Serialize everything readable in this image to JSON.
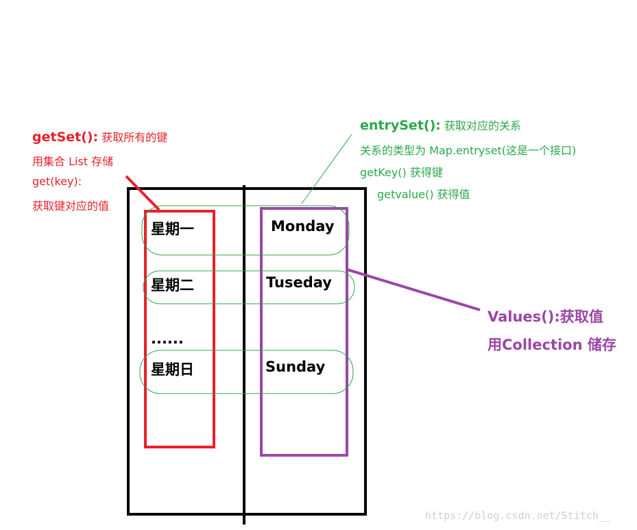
{
  "getset": {
    "title": "getSet():",
    "title_desc": " 获取所有的键",
    "line2": "用集合 List 存储",
    "line3": "get(key):",
    "line4": "获取键对应的值"
  },
  "entryset": {
    "title": "entrySet():",
    "title_desc": " 获取对应的关系",
    "line2": "关系的类型为 Map.entryset(这是一个接口)",
    "line3": "getKey()  获得键",
    "line4": "getvalue()   获得值"
  },
  "values": {
    "line1": "Values():获取值",
    "line2": "用Collection 储存"
  },
  "rows": [
    {
      "key": "星期一",
      "value": "Monday"
    },
    {
      "key": "星期二",
      "value": "Tuseday"
    },
    {
      "key": "......",
      "value": ""
    },
    {
      "key": "星期日",
      "value": "Sunday"
    }
  ],
  "watermark": "https://blog.csdn.net/Stitch__",
  "colors": {
    "getset_red": "#e8202a",
    "entry_green": "#2aa84a",
    "values_purple": "#9b46a6",
    "map_outline": "#000000"
  }
}
